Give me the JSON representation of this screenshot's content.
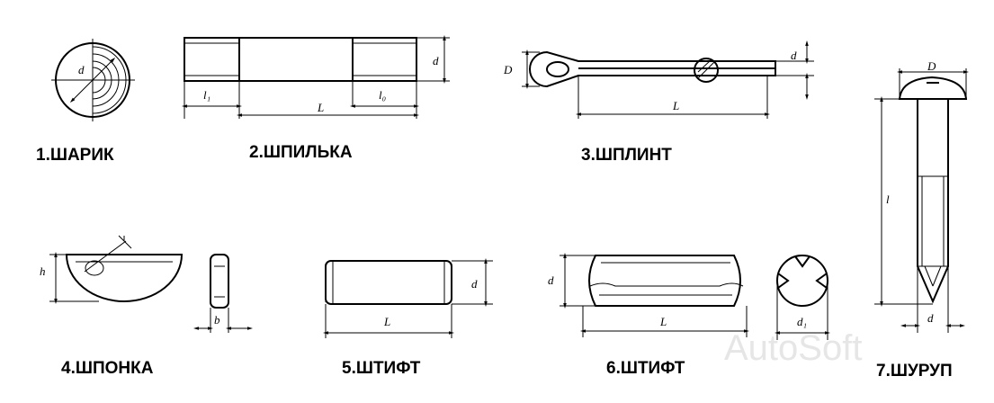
{
  "watermark": "AutoSoft",
  "items": [
    {
      "caption": "1.ШАРИК",
      "labels": {
        "d": "d"
      }
    },
    {
      "caption": "2.ШПИЛЬКА",
      "labels": {
        "d": "d",
        "l1": "l₁",
        "L": "L",
        "l0": "l₀"
      }
    },
    {
      "caption": "3.ШПЛИНТ",
      "labels": {
        "D": "D",
        "d": "d",
        "L": "L"
      }
    },
    {
      "caption": "4.ШПОНКА",
      "labels": {
        "h": "h",
        "b": "b"
      }
    },
    {
      "caption": "5.ШТИФТ",
      "labels": {
        "d": "d",
        "L": "L"
      }
    },
    {
      "caption": "6.ШТИФТ",
      "labels": {
        "d": "d",
        "L": "L",
        "d1": "d₁"
      }
    },
    {
      "caption": "7.ШУРУП",
      "labels": {
        "D": "D",
        "l": "l",
        "d": "d"
      }
    }
  ]
}
